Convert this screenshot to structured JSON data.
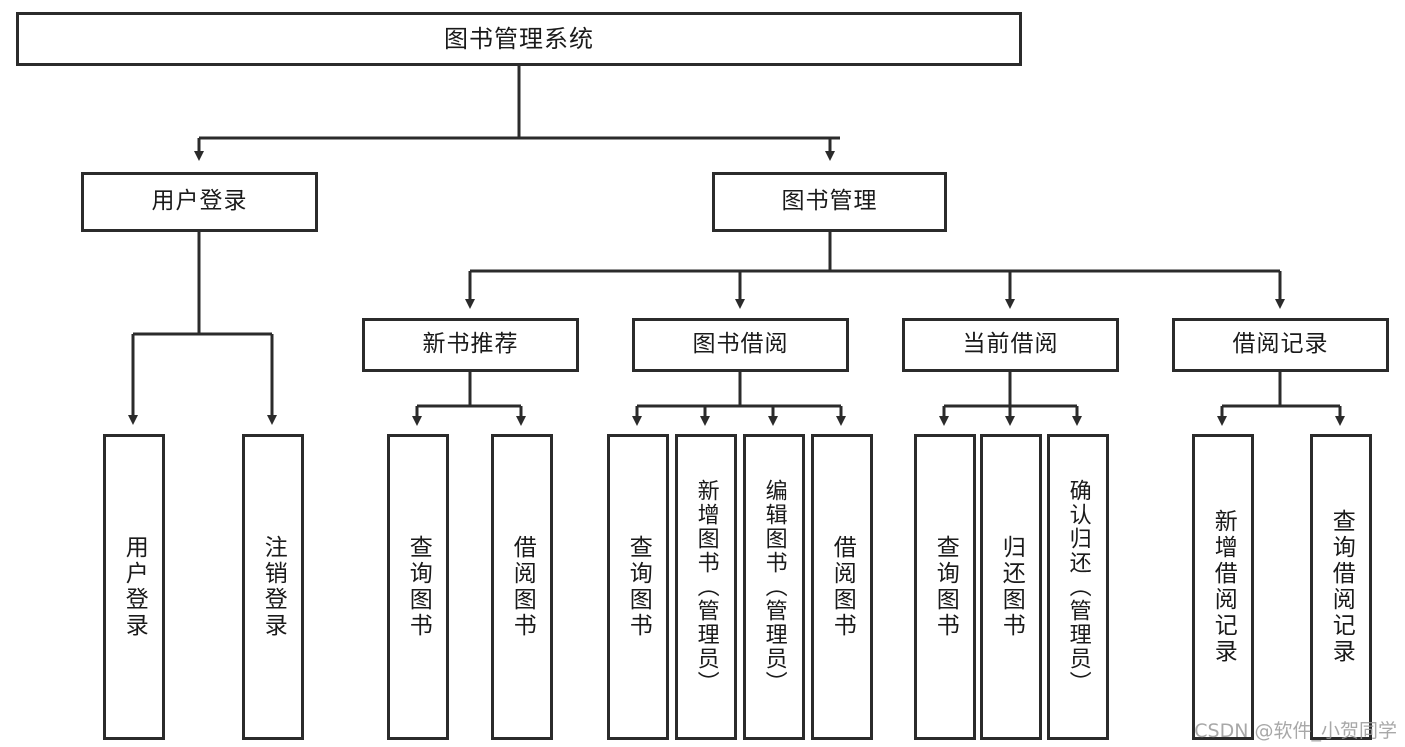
{
  "diagram": {
    "title_node": {
      "label": "图书管理系统"
    },
    "level2": [
      {
        "id": "user-login",
        "label": "用户登录"
      },
      {
        "id": "book-management",
        "label": "图书管理"
      }
    ],
    "level3": [
      {
        "id": "new-book-recommend",
        "label": "新书推荐"
      },
      {
        "id": "book-borrow",
        "label": "图书借阅"
      },
      {
        "id": "current-borrow",
        "label": "当前借阅"
      },
      {
        "id": "borrow-record",
        "label": "借阅记录"
      }
    ],
    "leaves": {
      "user_login": [
        {
          "id": "leaf-user-login",
          "label": "用户登录"
        },
        {
          "id": "leaf-logout-login",
          "label": "注销登录"
        }
      ],
      "new_book_recommend": [
        {
          "id": "leaf-query-book-1",
          "label": "查询图书"
        },
        {
          "id": "leaf-borrow-book-1",
          "label": "借阅图书"
        }
      ],
      "book_borrow": [
        {
          "id": "leaf-query-book-2",
          "label": "查询图书"
        },
        {
          "id": "leaf-add-book",
          "label": "新增图书（管理员）"
        },
        {
          "id": "leaf-edit-book",
          "label": "编辑图书（管理员）"
        },
        {
          "id": "leaf-borrow-book-2",
          "label": "借阅图书"
        }
      ],
      "current_borrow": [
        {
          "id": "leaf-query-book-3",
          "label": "查询图书"
        },
        {
          "id": "leaf-return-book",
          "label": "归还图书"
        },
        {
          "id": "leaf-confirm-return",
          "label": "确认归还（管理员）"
        }
      ],
      "borrow_record": [
        {
          "id": "leaf-add-record",
          "label": "新增借阅记录"
        },
        {
          "id": "leaf-query-record",
          "label": "查询借阅记录"
        }
      ]
    }
  },
  "watermark": {
    "text": "CSDN @软件_小贺同学"
  },
  "colors": {
    "border": "#2b2b2b",
    "background": "#ffffff",
    "text": "#1a1a1a",
    "watermark": "#9a9a9a"
  }
}
